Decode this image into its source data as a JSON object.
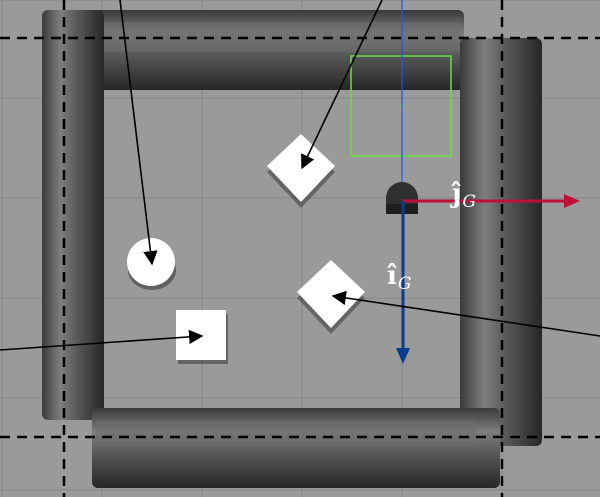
{
  "labels": {
    "j_axis": "ĵ",
    "j_sub": "G",
    "i_axis": "î",
    "i_sub": "G"
  },
  "colors": {
    "floor": "#9a9a9a",
    "grid_line": "#878787",
    "wall_dark": "#3a3a3a",
    "wall_mid": "#5c5c5c",
    "wall_light": "#8a8a8a",
    "object_fill": "#ffffff",
    "j_axis": "#c0103a",
    "i_axis": "#0a3c8c",
    "camera_ray": "#2050ff",
    "roi_box": "#66e040",
    "pointer": "#000000",
    "robot": "#303030"
  }
}
